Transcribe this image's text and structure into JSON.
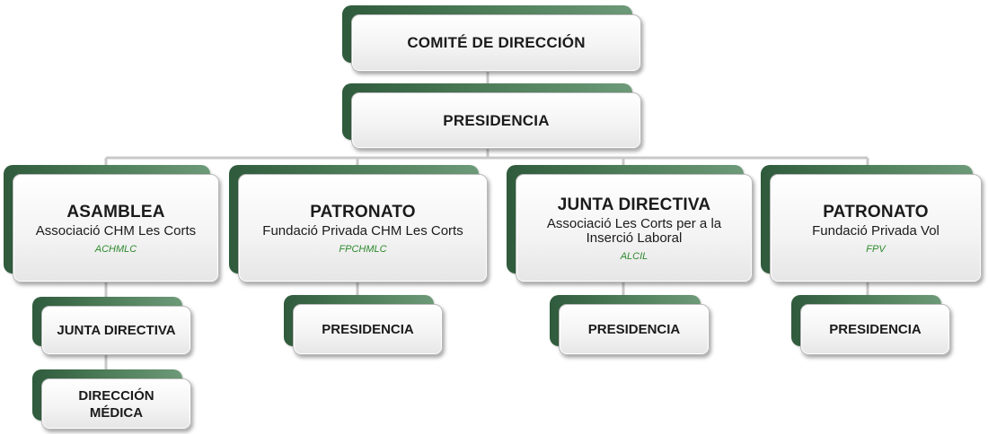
{
  "top": {
    "comite": "COMITÉ DE DIRECCIÓN",
    "presidencia": "PRESIDENCIA"
  },
  "branches": [
    {
      "title": "ASAMBLEA",
      "subtitle": "Associació CHM Les Corts",
      "abbr": "ACHMLC",
      "children": [
        "JUNTA DIRECTIVA",
        "DIRECCIÓN MÉDICA"
      ]
    },
    {
      "title": "PATRONATO",
      "subtitle": "Fundació Privada CHM Les Corts",
      "abbr": "FPCHMLC",
      "children": [
        "PRESIDENCIA"
      ]
    },
    {
      "title": "JUNTA DIRECTIVA",
      "subtitle": "Associació Les Corts per a la Inserció Laboral",
      "abbr": "ALCIL",
      "children": [
        "PRESIDENCIA"
      ]
    },
    {
      "title": "PATRONATO",
      "subtitle": "Fundació Privada Vol",
      "abbr": "FPV",
      "children": [
        "PRESIDENCIA"
      ]
    }
  ],
  "colors": {
    "plate": "#3f6e4b",
    "abbr": "#2d8a2d",
    "connector": "#c8c8c8"
  }
}
